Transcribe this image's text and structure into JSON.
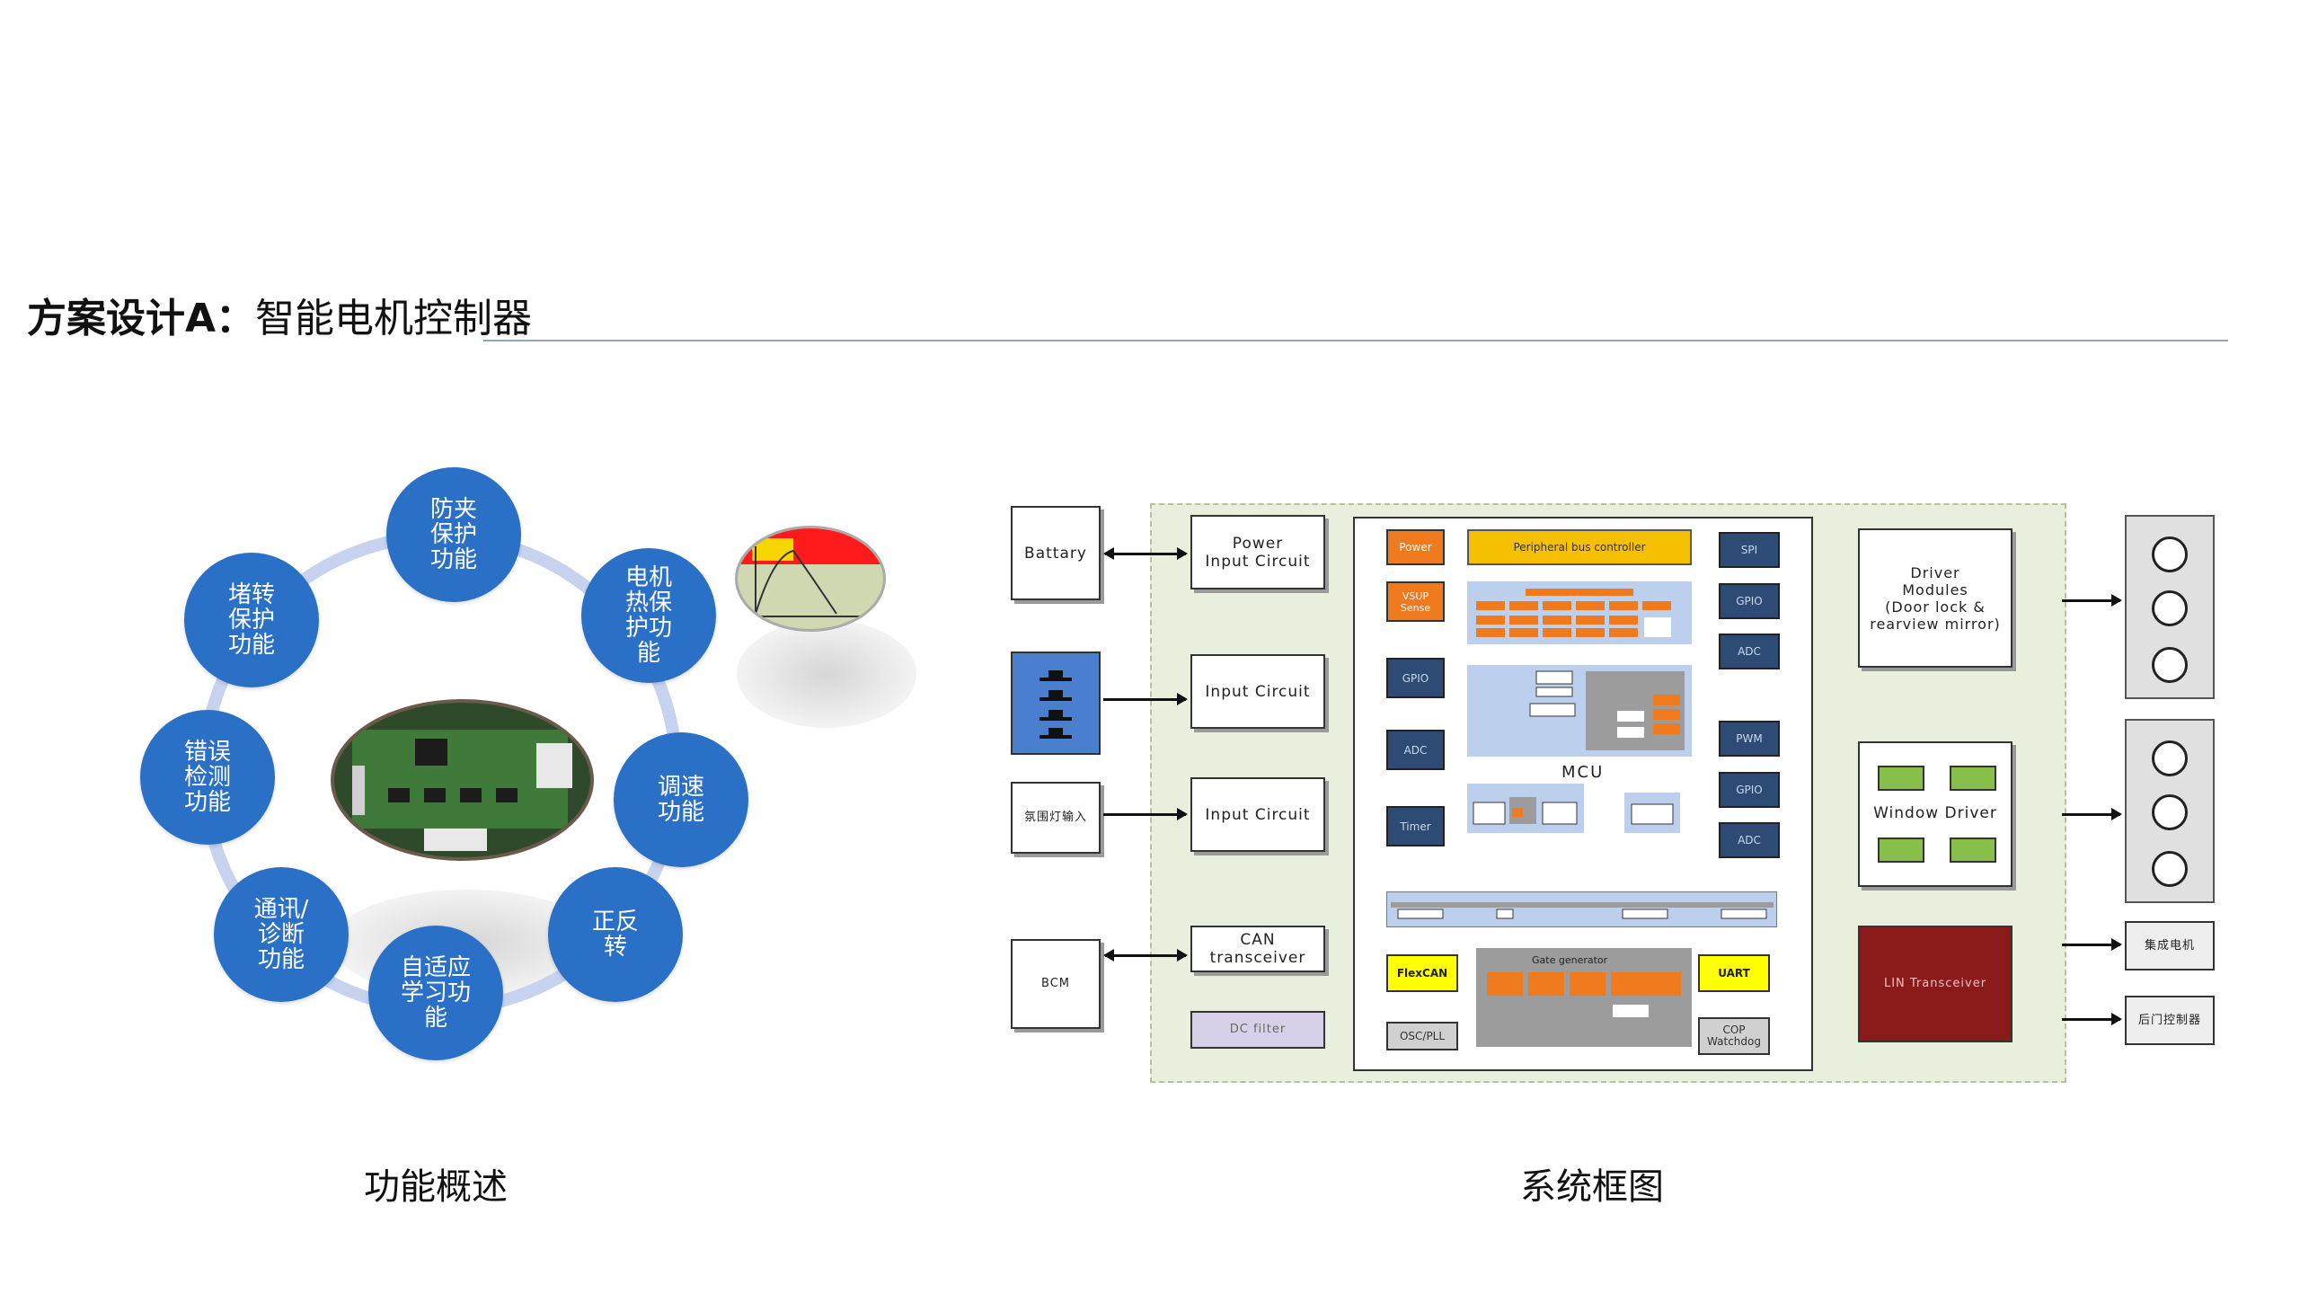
{
  "header": {
    "title_bold": "方案设计A：",
    "title_rest": "智能电机控制器"
  },
  "features": [
    "防夹\n保护\n功能",
    "电机\n热保\n护功\n能",
    "调速\n功能",
    "正反\n转",
    "自适应\n学习功\n能",
    "通讯/\n诊断\n功能",
    "错误\n检测\n功能",
    "堵转\n保护\n功能"
  ],
  "captions": {
    "left": "功能概述",
    "right": "系统框图"
  },
  "colors": {
    "bubble": "#2a70c6",
    "ring": "#c7d3ee",
    "rule": "#8fa3b8"
  },
  "system": {
    "inputs": {
      "battary": "Battary",
      "bcm": "BCM",
      "lamp_input": "氛围灯输入"
    },
    "circuits": {
      "power": "Power\nInput Circuit",
      "input1": "Input Circuit",
      "input2": "Input Circuit",
      "can": "CAN\ntransceiver",
      "dc_filter": "DC filter"
    },
    "mcu_blocks": {
      "power": "Power",
      "peripheral": "Peripheral bus controller",
      "vsup": "VSUP\nSense",
      "gpio_l": "GPIO",
      "adc_l": "ADC",
      "timer": "Timer",
      "mcu_label": "MCU",
      "spi": "SPI",
      "gpio_r1": "GPIO",
      "adc_r1": "ADC",
      "pwm": "PWM",
      "gpio_r2": "GPIO",
      "adc_r2": "ADC",
      "flexcan": "FlexCAN",
      "uart": "UART",
      "osc": "OSC/PLL",
      "cop": "COP\nWatchdog",
      "gate": "Gate generator"
    },
    "outputs": {
      "driver": "Driver\nModules\n(Door lock &\nrearview mirror)",
      "window": "Window Driver",
      "lin": "LIN Transceiver",
      "motor": "集成电机",
      "rear_ctrl": "后门控制器"
    }
  }
}
